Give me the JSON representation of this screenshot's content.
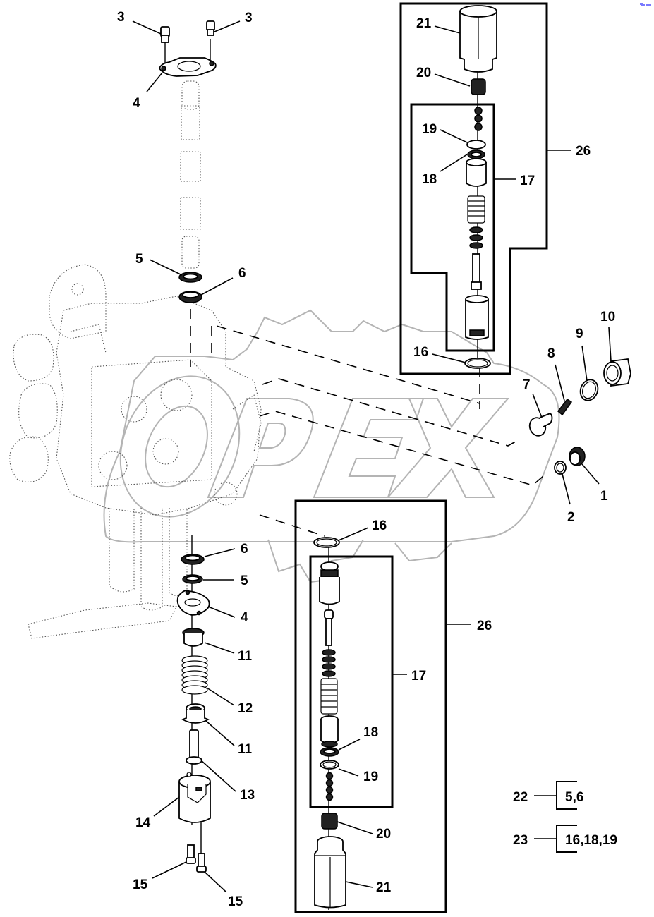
{
  "diagram": {
    "type": "exploded-parts-diagram",
    "watermark_text": "OPEX",
    "callouts": [
      {
        "id": "c3a",
        "label": "3"
      },
      {
        "id": "c3b",
        "label": "3"
      },
      {
        "id": "c4a",
        "label": "4"
      },
      {
        "id": "c5a",
        "label": "5"
      },
      {
        "id": "c6a",
        "label": "6"
      },
      {
        "id": "c6b",
        "label": "6"
      },
      {
        "id": "c5b",
        "label": "5"
      },
      {
        "id": "c4b",
        "label": "4"
      },
      {
        "id": "c11a",
        "label": "11"
      },
      {
        "id": "c12",
        "label": "12"
      },
      {
        "id": "c11b",
        "label": "11"
      },
      {
        "id": "c13",
        "label": "13"
      },
      {
        "id": "c14",
        "label": "14"
      },
      {
        "id": "c15a",
        "label": "15"
      },
      {
        "id": "c15b",
        "label": "15"
      },
      {
        "id": "c21a",
        "label": "21"
      },
      {
        "id": "c20a",
        "label": "20"
      },
      {
        "id": "c19a",
        "label": "19"
      },
      {
        "id": "c18a",
        "label": "18"
      },
      {
        "id": "c17a",
        "label": "17"
      },
      {
        "id": "c26a",
        "label": "26"
      },
      {
        "id": "c16a",
        "label": "16"
      },
      {
        "id": "c7",
        "label": "7"
      },
      {
        "id": "c8",
        "label": "8"
      },
      {
        "id": "c9",
        "label": "9"
      },
      {
        "id": "c10",
        "label": "10"
      },
      {
        "id": "c1",
        "label": "1"
      },
      {
        "id": "c2",
        "label": "2"
      },
      {
        "id": "c16b",
        "label": "16"
      },
      {
        "id": "c26b",
        "label": "26"
      },
      {
        "id": "c17b",
        "label": "17"
      },
      {
        "id": "c18b",
        "label": "18"
      },
      {
        "id": "c19b",
        "label": "19"
      },
      {
        "id": "c20b",
        "label": "20"
      },
      {
        "id": "c21b",
        "label": "21"
      }
    ],
    "kits": [
      {
        "number": "22",
        "contents": "5,6"
      },
      {
        "number": "23",
        "contents": "16,18,19"
      }
    ]
  },
  "colors": {
    "line": "#000000",
    "watermark": "#b4b4b4",
    "corner_mark": "#7a7aff",
    "background": "#ffffff"
  }
}
